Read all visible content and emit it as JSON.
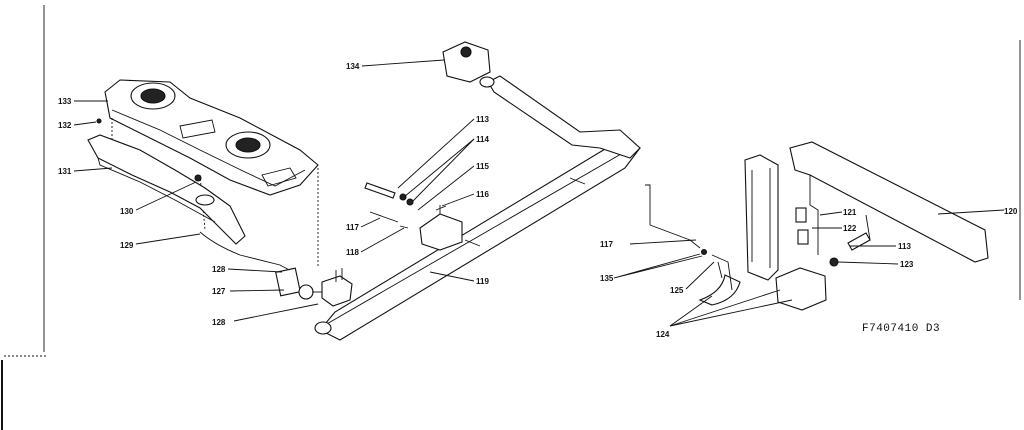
{
  "diagram_code": "F7407410 D3",
  "labels": {
    "l133": "133",
    "l132": "132",
    "l131": "131",
    "l130": "130",
    "l129": "129",
    "l128a": "128",
    "l127": "127",
    "l128b": "128",
    "l134": "134",
    "l113a": "113",
    "l114": "114",
    "l115": "115",
    "l116": "116",
    "l117a": "117",
    "l118": "118",
    "l119": "119",
    "l117b": "117",
    "l135": "135",
    "l125": "125",
    "l124": "124",
    "l120": "120",
    "l121": "121",
    "l122": "122",
    "l113b": "113",
    "l123": "123"
  }
}
